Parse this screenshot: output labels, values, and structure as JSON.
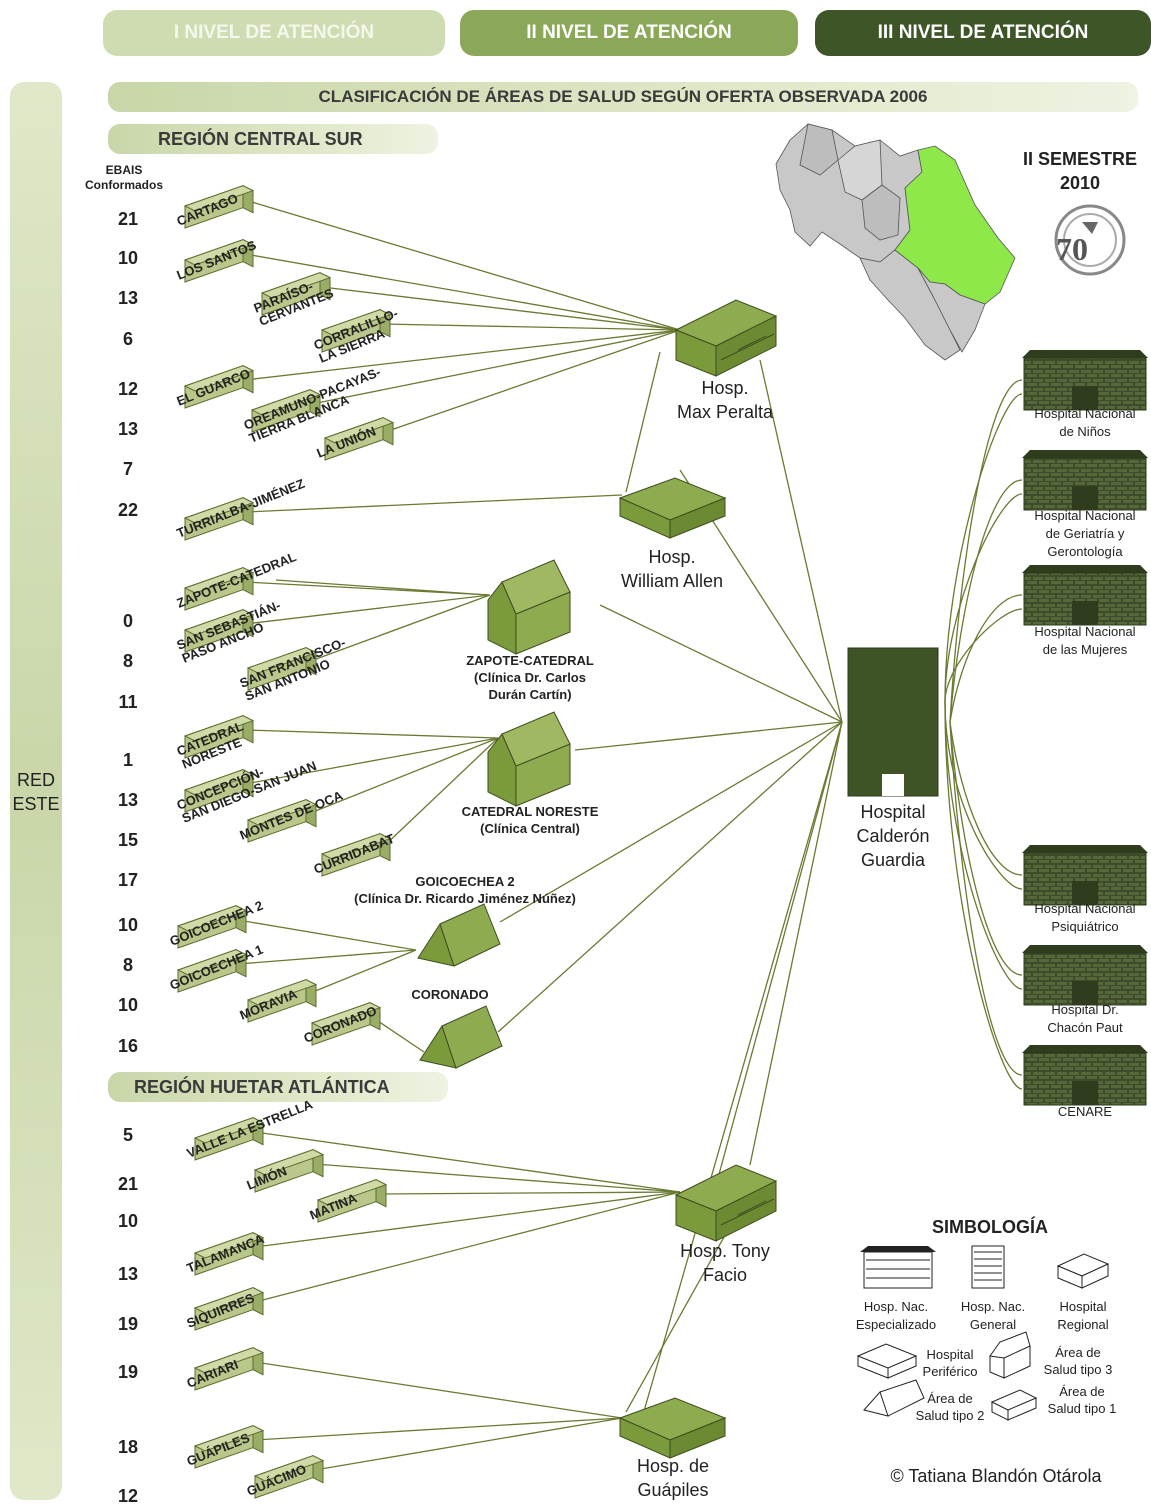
{
  "tabs": [
    "I NIVEL DE ATENCIÓN",
    "II NIVEL DE ATENCIÓN",
    "III NIVEL DE ATENCIÓN"
  ],
  "main_title": "CLASIFICACIÓN DE ÁREAS DE SALUD SEGÚN OFERTA OBSERVADA 2006",
  "network_label": [
    "RED",
    "ESTE"
  ],
  "ebais_header": [
    "EBAIS",
    "Conformados"
  ],
  "semester": [
    "II SEMESTRE",
    "2010"
  ],
  "logo_text": "70",
  "regions": {
    "central_sur": "REGIÓN CENTRAL SUR",
    "huetar": "REGIÓN HUETAR ATLÁNTICA"
  },
  "ebais_numbers": [
    "21",
    "10",
    "13",
    "6",
    "12",
    "13",
    "7",
    "22",
    "0",
    "8",
    "11",
    "1",
    "13",
    "15",
    "17",
    "10",
    "8",
    "10",
    "16",
    "5",
    "21",
    "10",
    "13",
    "19",
    "19",
    "18",
    "12"
  ],
  "areas": [
    {
      "id": "cartago",
      "lines": [
        "CARTAGO"
      ]
    },
    {
      "id": "los-santos",
      "lines": [
        "LOS SANTOS"
      ]
    },
    {
      "id": "paraiso",
      "lines": [
        "PARAÍSO-",
        "CERVANTES"
      ]
    },
    {
      "id": "corralillo",
      "lines": [
        "CORRALILLO-",
        "LA SIERRA"
      ]
    },
    {
      "id": "el-guarco",
      "lines": [
        "EL GUARCO"
      ]
    },
    {
      "id": "oreamuno",
      "lines": [
        "OREAMUNO-PACAYAS-",
        "TIERRA BLANCA"
      ]
    },
    {
      "id": "la-union",
      "lines": [
        "LA UNIÓN"
      ]
    },
    {
      "id": "turrialba",
      "lines": [
        "TURRIALBA-JIMÉNEZ"
      ]
    },
    {
      "id": "zapote",
      "lines": [
        "ZAPOTE-CATEDRAL"
      ]
    },
    {
      "id": "san-sebastian",
      "lines": [
        "SAN SEBASTIÁN-",
        "PASO ANCHO"
      ]
    },
    {
      "id": "san-francisco",
      "lines": [
        "SAN FRANCISCO-",
        "SAN ANTONIO"
      ]
    },
    {
      "id": "catedral-noreste",
      "lines": [
        "CATEDRAL",
        "NORESTE"
      ]
    },
    {
      "id": "concepcion",
      "lines": [
        "CONCEPCIÓN-",
        "SAN DIEGO-SAN JUAN"
      ]
    },
    {
      "id": "montes-de-oca",
      "lines": [
        "MONTES DE OCA"
      ]
    },
    {
      "id": "curridabat",
      "lines": [
        "CURRIDABAT"
      ]
    },
    {
      "id": "goicoechea-2",
      "lines": [
        "GOICOECHEA 2"
      ]
    },
    {
      "id": "goicoechea-1",
      "lines": [
        "GOICOECHEA 1"
      ]
    },
    {
      "id": "moravia",
      "lines": [
        "MORAVIA"
      ]
    },
    {
      "id": "coronado",
      "lines": [
        "CORONADO"
      ]
    },
    {
      "id": "valle-la-estrella",
      "lines": [
        "VALLE LA ESTRELLA"
      ]
    },
    {
      "id": "limon",
      "lines": [
        "LIMÓN"
      ]
    },
    {
      "id": "matina",
      "lines": [
        "MATINA"
      ]
    },
    {
      "id": "talamanca",
      "lines": [
        "TALAMANCA"
      ]
    },
    {
      "id": "siquirres",
      "lines": [
        "SIQUIRRES"
      ]
    },
    {
      "id": "cariari",
      "lines": [
        "CARIARI"
      ]
    },
    {
      "id": "guapiles",
      "lines": [
        "GUÁPILES"
      ]
    },
    {
      "id": "guacimo",
      "lines": [
        "GUÁCIMO"
      ]
    }
  ],
  "hospitals": {
    "max_peralta": [
      "Hosp.",
      "Max Peralta"
    ],
    "william_allen": [
      "Hosp.",
      "William Allen"
    ],
    "tony_facio": [
      "Hosp. Tony",
      "Facio"
    ],
    "guapiles": [
      "Hosp. de",
      "Guápiles"
    ],
    "calderon": [
      "Hospital",
      "Calderón",
      "Guardia"
    ]
  },
  "clinics": {
    "zapote": [
      "ZAPOTE-CATEDRAL",
      "(Clínica Dr. Carlos",
      "Durán Cartín)"
    ],
    "catedral": [
      "CATEDRAL NORESTE",
      "(Clínica Central)"
    ],
    "goicoechea": [
      "GOICOECHEA 2",
      "(Clínica Dr. Ricardo Jiménez Núñez)"
    ],
    "coronado": [
      "CORONADO"
    ]
  },
  "national": {
    "ninos": [
      "Hospital Nacional",
      "de Niños"
    ],
    "geriatria": [
      "Hospital Nacional",
      "de Geriatría y",
      "Gerontología"
    ],
    "mujeres": [
      "Hospital Nacional",
      "de las Mujeres"
    ],
    "psiquiatrico": [
      "Hospital Nacional",
      "Psiquiátrico"
    ],
    "chacon": [
      "Hospital Dr.",
      "Chacón Paut"
    ],
    "cenare": [
      "CENARE"
    ]
  },
  "legend": {
    "title": "SIMBOLOGÍA",
    "especializado": [
      "Hosp. Nac.",
      "Especializado"
    ],
    "general": [
      "Hosp. Nac.",
      "General"
    ],
    "regional": [
      "Hospital",
      "Regional"
    ],
    "periferico": [
      "Hospital",
      "Periférico"
    ],
    "tipo3": [
      "Área de",
      "Salud tipo 3"
    ],
    "tipo2": [
      "Área de",
      "Salud tipo 2"
    ],
    "tipo1": [
      "Área de",
      "Salud tipo 1"
    ]
  },
  "credit": "© Tatiana Blandón Otárola",
  "colors": {
    "tab1": "#c9d6a9",
    "tab2": "#8aa858",
    "tab3": "#3d5527",
    "block": "#aebe7f",
    "hospital": "#7a9a3c",
    "calderon": "#3f5426",
    "line": "#5c6b28",
    "map_highlight": "#8ee84a"
  }
}
